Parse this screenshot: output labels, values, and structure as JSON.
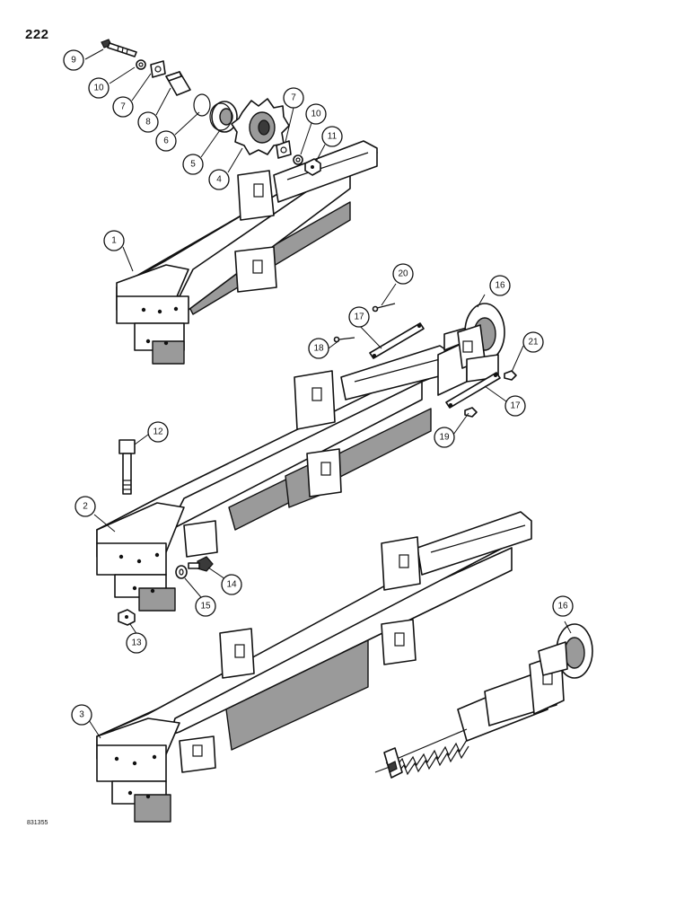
{
  "page": {
    "number": "222",
    "drawing_code": "831355"
  },
  "callouts": [
    {
      "id": "c9",
      "label": "9"
    },
    {
      "id": "c10a",
      "label": "10"
    },
    {
      "id": "c7a",
      "label": "7"
    },
    {
      "id": "c8",
      "label": "8"
    },
    {
      "id": "c6",
      "label": "6"
    },
    {
      "id": "c5",
      "label": "5"
    },
    {
      "id": "c4",
      "label": "4"
    },
    {
      "id": "c7b",
      "label": "7"
    },
    {
      "id": "c10b",
      "label": "10"
    },
    {
      "id": "c11",
      "label": "11"
    },
    {
      "id": "c1",
      "label": "1"
    },
    {
      "id": "c20",
      "label": "20"
    },
    {
      "id": "c16a",
      "label": "16"
    },
    {
      "id": "c17a",
      "label": "17"
    },
    {
      "id": "c18",
      "label": "18"
    },
    {
      "id": "c21",
      "label": "21"
    },
    {
      "id": "c17b",
      "label": "17"
    },
    {
      "id": "c19",
      "label": "19"
    },
    {
      "id": "c12",
      "label": "12"
    },
    {
      "id": "c2",
      "label": "2"
    },
    {
      "id": "c14",
      "label": "14"
    },
    {
      "id": "c15",
      "label": "15"
    },
    {
      "id": "c13",
      "label": "13"
    },
    {
      "id": "c16b",
      "label": "16"
    },
    {
      "id": "c3",
      "label": "3"
    }
  ]
}
